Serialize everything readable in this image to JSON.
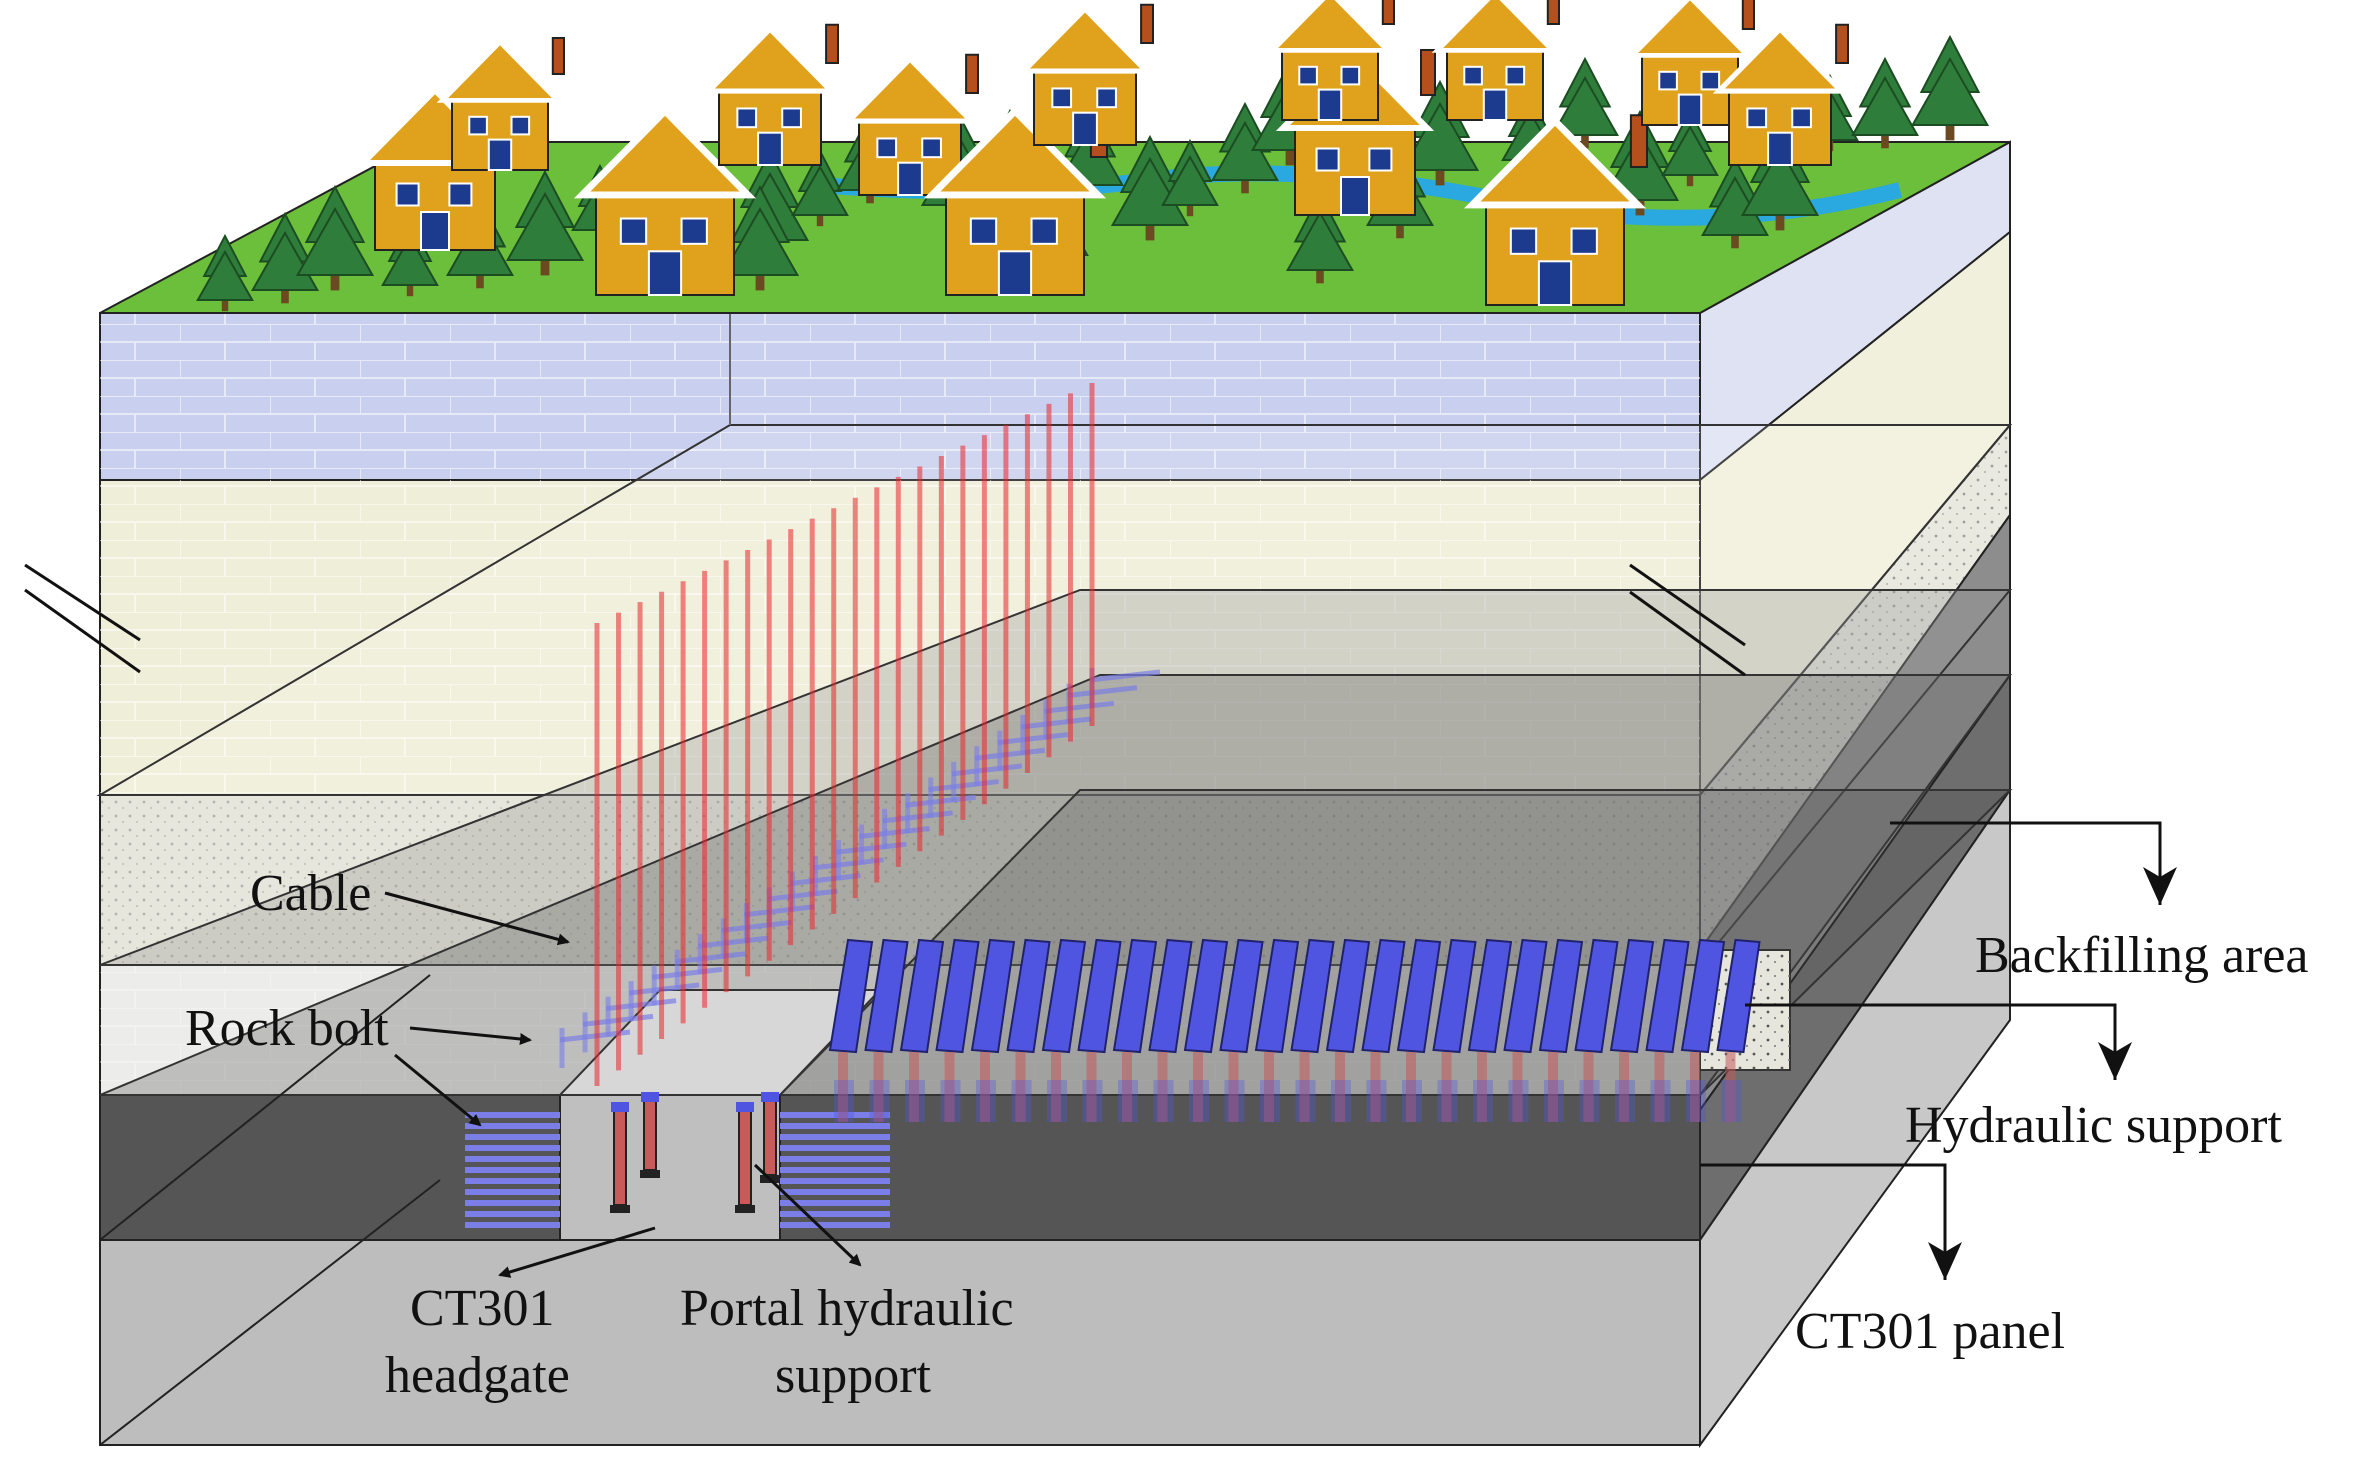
{
  "labels": {
    "cable": "Cable",
    "rock_bolt": "Rock bolt",
    "headgate_line1": "CT301",
    "headgate_line2": "headgate",
    "portal_line1": "Portal hydraulic",
    "portal_line2": "support",
    "backfilling": "Backfilling area",
    "hydraulic_support": "Hydraulic support",
    "panel": "CT301 panel"
  },
  "colors": {
    "cable": "#e8262a",
    "rock_bolt": "#7a7ee6",
    "hydraulic_support": "#4f55e0",
    "house_wall": "#e0a21c",
    "house_roof": "#ffffff",
    "tree": "#2f7d3a",
    "grass": "#6cbf3a",
    "river": "#2aa8e0",
    "stratum_top": "#c9cfee",
    "stratum_beige": "#efeed8",
    "stratum_sand": "#e6e6dc",
    "stratum_grey": "#8c8c8c",
    "stratum_dark": "#5e5e5e",
    "floor": "#bdbdbd"
  },
  "icons": [
    "house-icon",
    "tree-icon",
    "arrow-icon"
  ]
}
